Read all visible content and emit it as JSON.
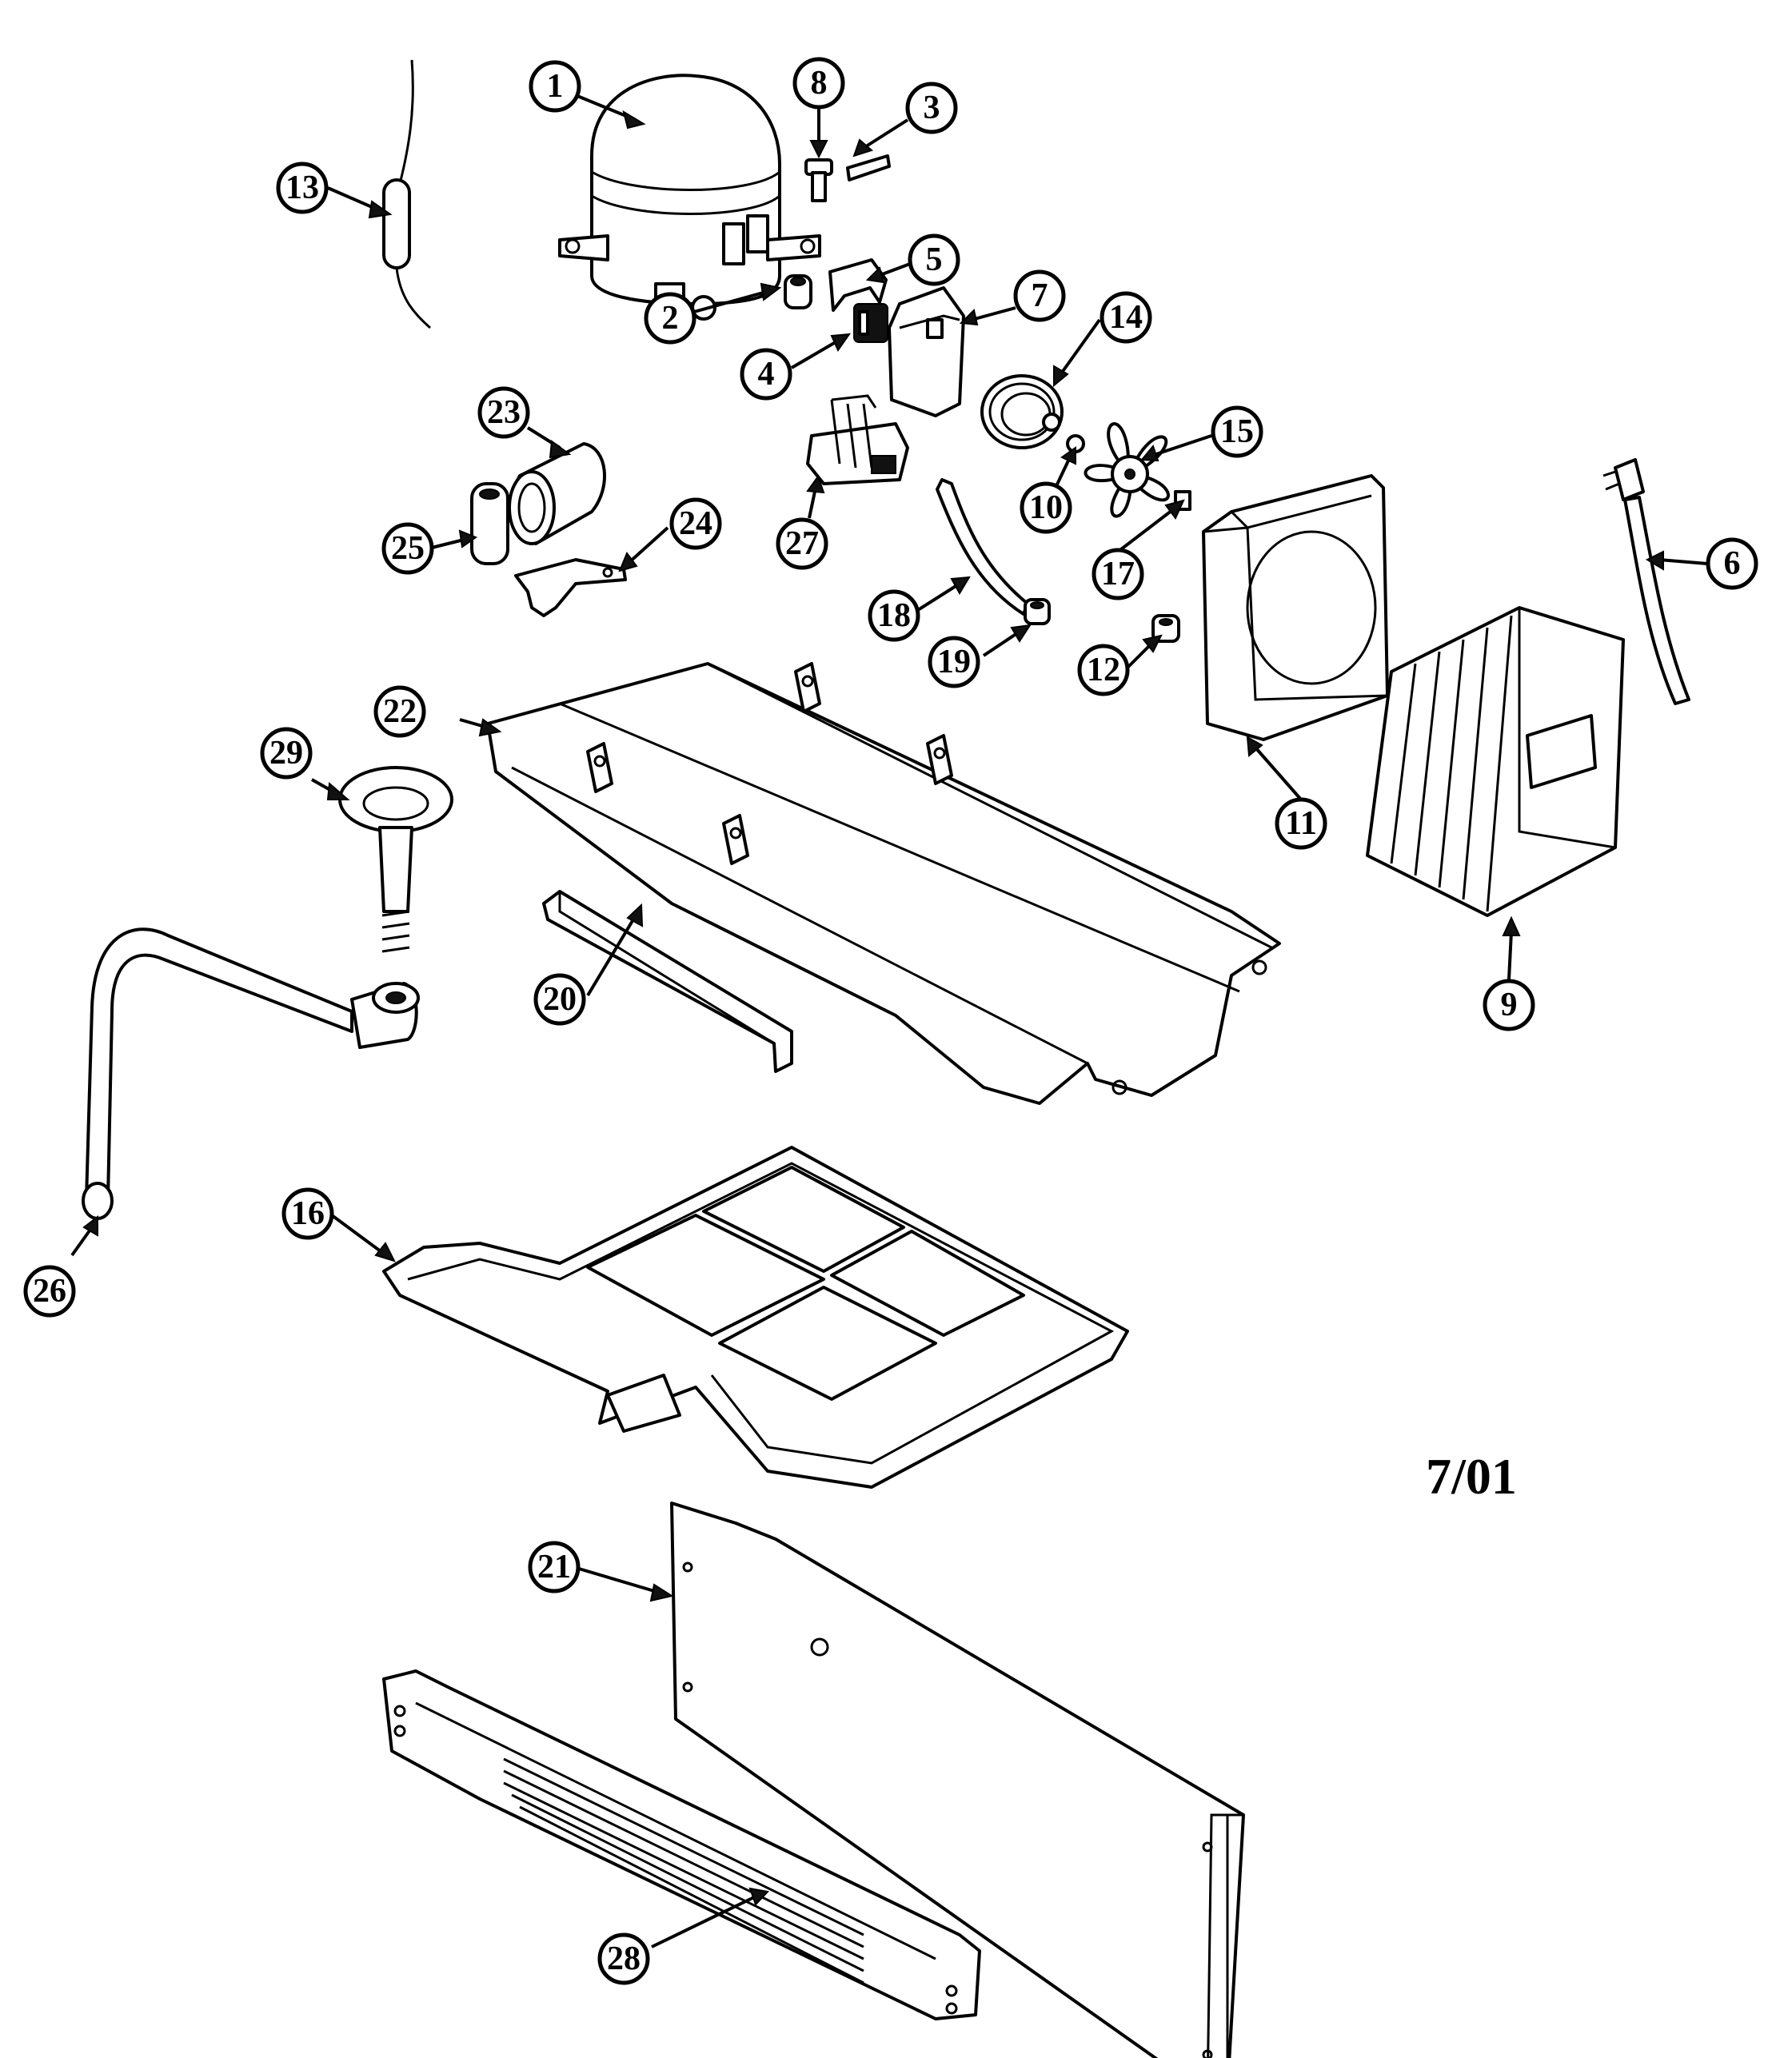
{
  "diagram": {
    "date_stamp": "7/01",
    "callouts": [
      {
        "part": "compressor",
        "label": "1"
      },
      {
        "part": "grommet-compressor",
        "label": "2"
      },
      {
        "part": "clip",
        "label": "3"
      },
      {
        "part": "relay",
        "label": "4"
      },
      {
        "part": "overload-clip",
        "label": "5"
      },
      {
        "part": "power-cord",
        "label": "6"
      },
      {
        "part": "relay-cover",
        "label": "7"
      },
      {
        "part": "bolt",
        "label": "8"
      },
      {
        "part": "condenser",
        "label": "9"
      },
      {
        "part": "nut",
        "label": "10"
      },
      {
        "part": "fan-shroud",
        "label": "11"
      },
      {
        "part": "grommet-shroud",
        "label": "12"
      },
      {
        "part": "drier",
        "label": "13"
      },
      {
        "part": "fan-motor",
        "label": "14"
      },
      {
        "part": "fan-blade",
        "label": "15"
      },
      {
        "part": "drain-pan",
        "label": "16"
      },
      {
        "part": "fan-clip",
        "label": "17"
      },
      {
        "part": "motor-bracket",
        "label": "18"
      },
      {
        "part": "grommet-bracket",
        "label": "19"
      },
      {
        "part": "channel",
        "label": "20"
      },
      {
        "part": "rear-access-panel",
        "label": "21"
      },
      {
        "part": "base-plate",
        "label": "22"
      },
      {
        "part": "capacitor",
        "label": "23"
      },
      {
        "part": "capacitor-bracket",
        "label": "24"
      },
      {
        "part": "capacitor-boot",
        "label": "25"
      },
      {
        "part": "drain-tube",
        "label": "26"
      },
      {
        "part": "wiring-harness",
        "label": "27"
      },
      {
        "part": "toe-grille",
        "label": "28"
      },
      {
        "part": "drain-funnel",
        "label": "29"
      }
    ]
  }
}
